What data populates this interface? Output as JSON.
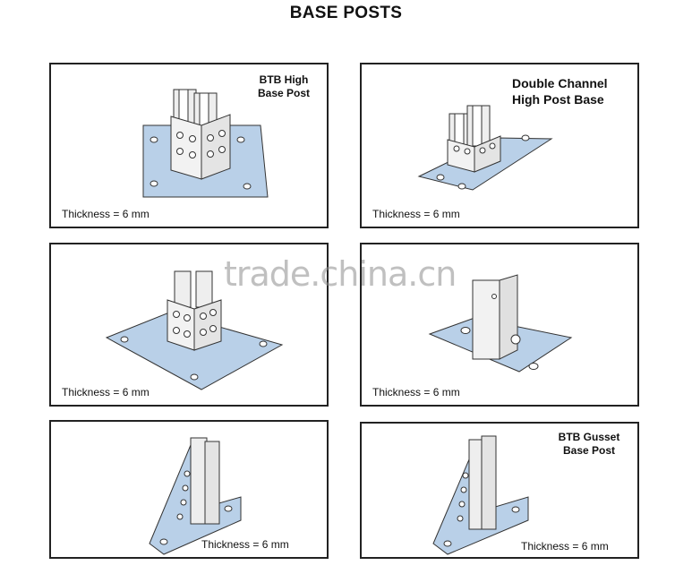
{
  "title": "BASE POSTS",
  "watermark": "trade.china.cn",
  "colors": {
    "plate": "#b9d0e8",
    "steel": "#eeeeee",
    "outline": "#333333"
  },
  "panels": [
    {
      "label_lines": [
        "BTB High",
        "Base Post"
      ],
      "thickness": "Thickness = 6 mm"
    },
    {
      "label_lines": [
        "Double Channel",
        "High Post Base"
      ],
      "thickness": "Thickness = 6 mm"
    },
    {
      "label_lines": [],
      "thickness": "Thickness = 6 mm"
    },
    {
      "label_lines": [],
      "thickness": "Thickness = 6 mm"
    },
    {
      "label_lines": [],
      "thickness": "Thickness = 6 mm"
    },
    {
      "label_lines": [
        "BTB Gusset",
        "Base Post"
      ],
      "thickness": "Thickness = 6 mm"
    }
  ]
}
